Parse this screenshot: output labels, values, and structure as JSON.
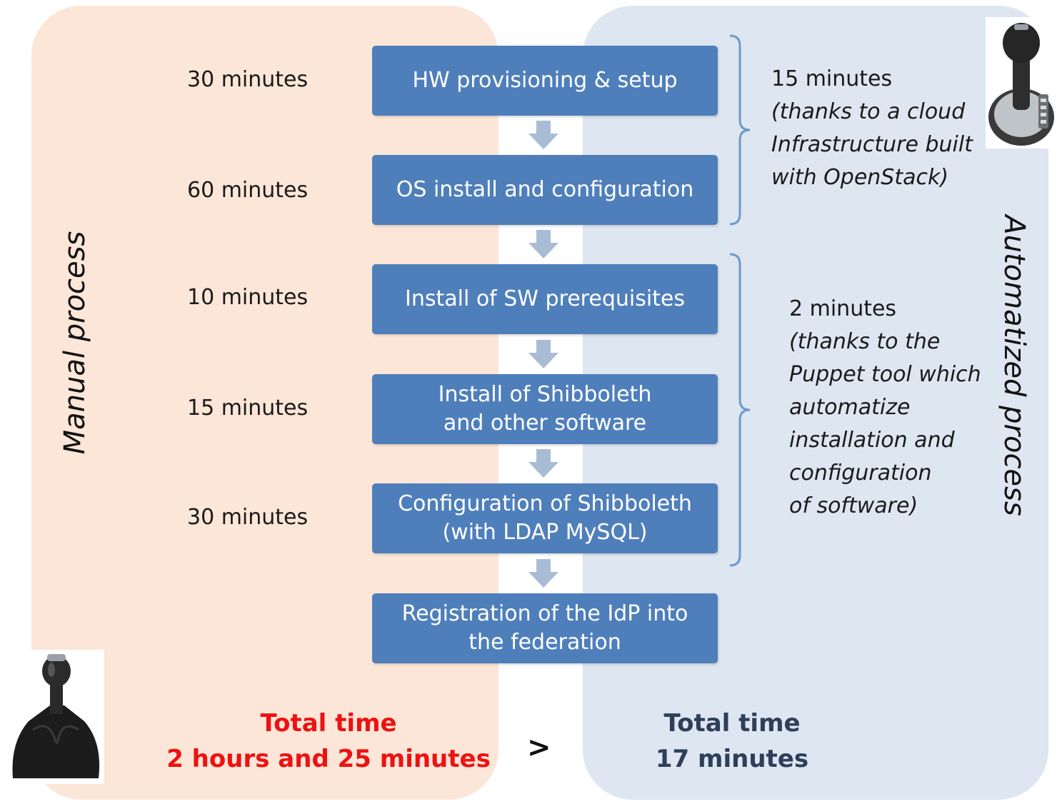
{
  "manual": {
    "label": "Manual process",
    "total_title": "Total time",
    "total_value": "2 hours and 25 minutes"
  },
  "automated": {
    "label": "Automatized process",
    "total_title": "Total time",
    "total_value": "17 minutes"
  },
  "comparison_symbol": ">",
  "steps": [
    {
      "label": "HW provisioning & setup",
      "time": "30 minutes"
    },
    {
      "label": "OS install and configuration",
      "time": "60 minutes"
    },
    {
      "label": "Install of SW prerequisites",
      "time": "10 minutes"
    },
    {
      "label": "Install of Shibboleth and other software",
      "time": "15 minutes"
    },
    {
      "label": "Configuration of Shibboleth (with LDAP MySQL)",
      "time": "30 minutes"
    },
    {
      "label": "Registration of the IdP into the federation"
    }
  ],
  "automation_notes": [
    {
      "time": "15 minutes",
      "detail": "(thanks to a cloud\nInfrastructure built\nwith OpenStack)"
    },
    {
      "time": "2 minutes",
      "detail": "(thanks to the\nPuppet tool which\nautomatize\ninstallation and\nconfiguration\nof software)"
    }
  ],
  "colors": {
    "manual_panel": "#fbe6d8",
    "automated_panel": "#dde6f1",
    "step_box": "#4f7fbb",
    "arrow": "#a9bcd6",
    "manual_total": "#ee1111",
    "automated_total": "#2f3f5a"
  },
  "icons": {
    "manual": "manual-gear-shifter-icon",
    "automated": "automatic-gear-shifter-icon"
  }
}
